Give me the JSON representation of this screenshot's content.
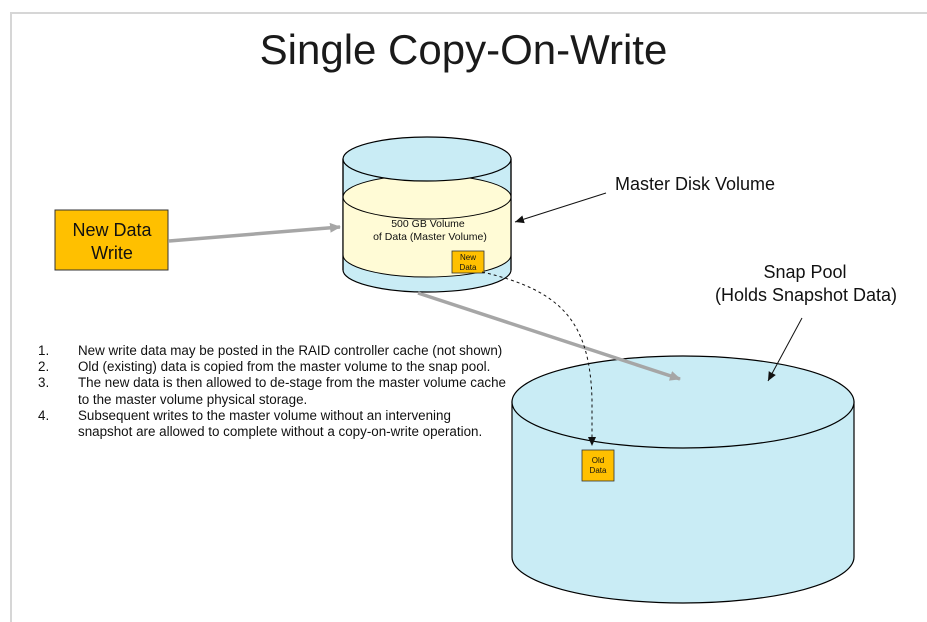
{
  "title": "Single Copy-On-Write",
  "new_data_write_box": {
    "line1": "New Data",
    "line2": "Write",
    "color": "#ffc000"
  },
  "master_volume": {
    "line1": "500 GB Volume",
    "line2": "of Data (Master Volume)",
    "block_line1": "New",
    "block_line2": "Data",
    "body_color": "#c9ecf5",
    "fill_color": "#fffbd6"
  },
  "labels": {
    "master_disk_volume": "Master Disk Volume",
    "snap_pool_line1": "Snap Pool",
    "snap_pool_line2": "(Holds Snapshot Data)"
  },
  "snap_pool": {
    "block_line1": "Old",
    "block_line2": "Data",
    "body_color": "#c9ecf5"
  },
  "steps": [
    {
      "num": "1.",
      "text": "New write data may be posted in the RAID controller cache (not shown)"
    },
    {
      "num": "2.",
      "text": "Old (existing) data is copied from the master volume to the snap pool."
    },
    {
      "num": "3.",
      "text": "The new data is then allowed to de-stage from the master volume cache to the master volume physical storage."
    },
    {
      "num": "4.",
      "text": "Subsequent writes to the master volume without an intervening snapshot are allowed to complete without a copy-on-write operation."
    }
  ]
}
